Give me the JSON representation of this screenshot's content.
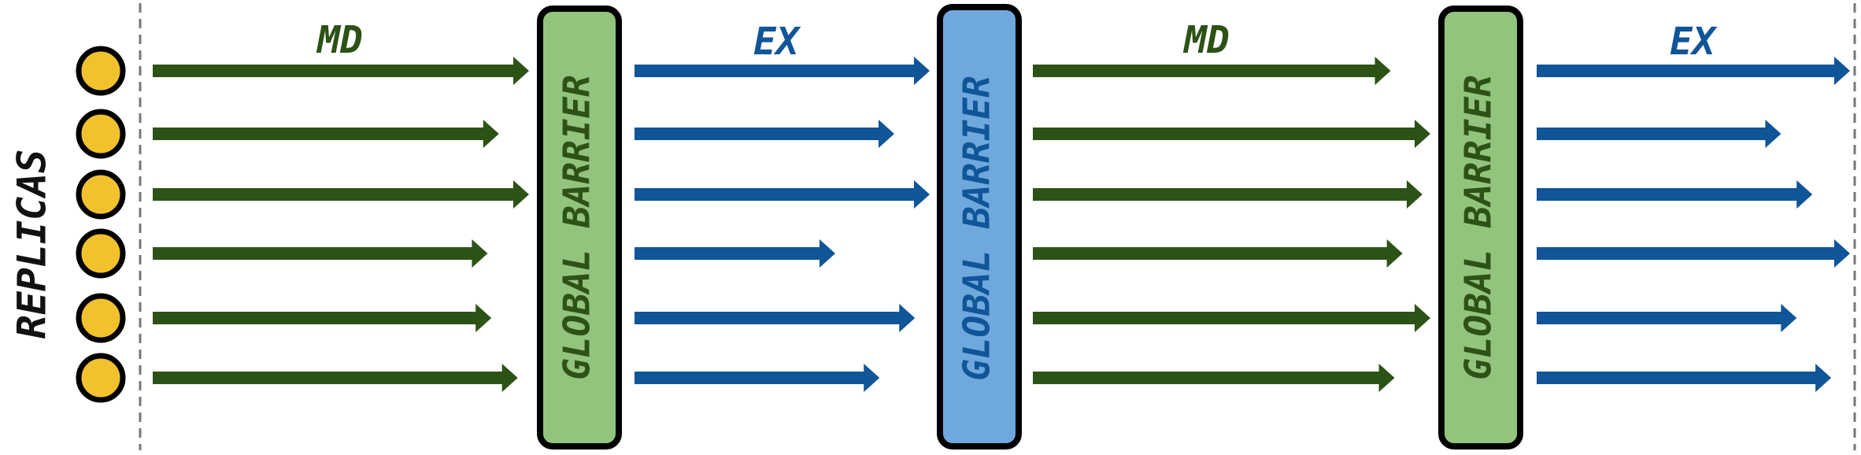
{
  "axis_label": "REPLICAS",
  "replica_count": 6,
  "colors": {
    "md_arrow": "#2d5216",
    "ex_arrow": "#0f5597",
    "replica_fill": "#f2c12e",
    "barrier_green": "#93c47d",
    "barrier_blue": "#6fa8dc",
    "barrier_text_green": "#2d5216",
    "barrier_text_blue": "#0f5597",
    "outline": "#000000",
    "boundary": "#777777"
  },
  "phases": [
    {
      "label": "MD",
      "kind": "md",
      "progress": [
        1.0,
        0.92,
        1.0,
        0.89,
        0.9,
        0.97
      ]
    },
    {
      "label": "EX",
      "kind": "ex",
      "progress": [
        1.0,
        0.88,
        1.0,
        0.68,
        0.95,
        0.83
      ]
    },
    {
      "label": "MD",
      "kind": "md",
      "progress": [
        0.9,
        1.0,
        0.98,
        0.93,
        1.0,
        0.91
      ]
    },
    {
      "label": "EX",
      "kind": "ex",
      "progress": [
        1.0,
        0.78,
        0.88,
        1.0,
        0.83,
        0.94
      ]
    }
  ],
  "barriers": [
    {
      "label": "GLOBAL BARRIER",
      "tone": "green"
    },
    {
      "label": "GLOBAL BARRIER",
      "tone": "blue"
    },
    {
      "label": "GLOBAL BARRIER",
      "tone": "green"
    }
  ]
}
